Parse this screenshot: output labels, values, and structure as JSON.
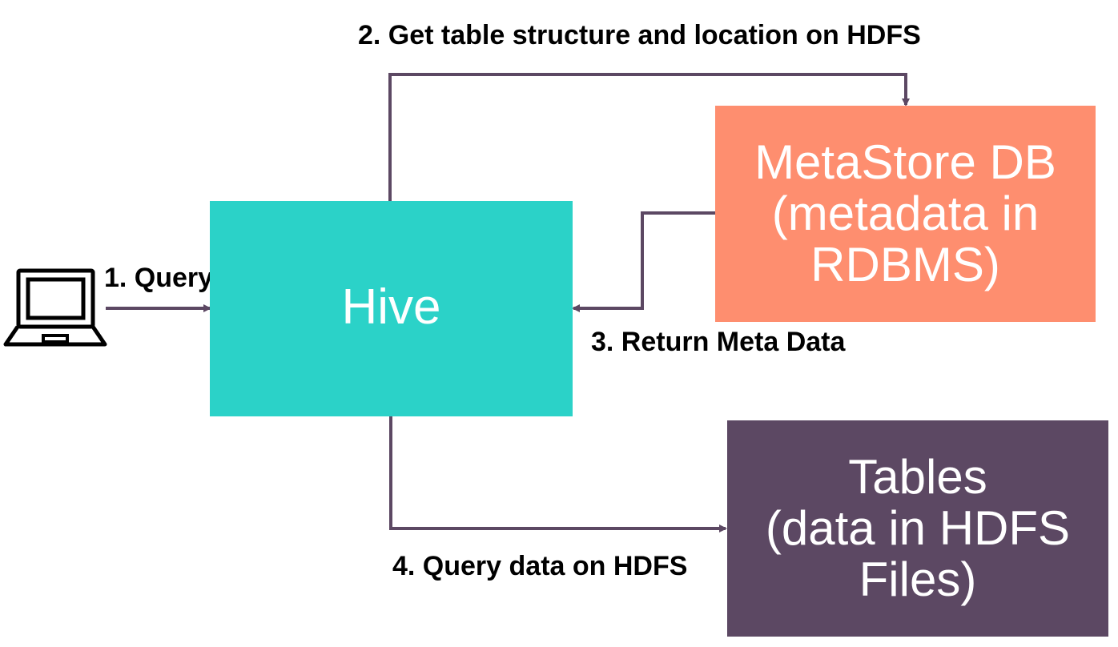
{
  "components": {
    "hive": "Hive",
    "metastore": {
      "title": "MetaStore DB",
      "subtitle": "(metadata in\nRDBMS)"
    },
    "tables": {
      "title": "Tables",
      "subtitle": "(data in HDFS\nFiles)"
    }
  },
  "steps": {
    "query": "1. Query",
    "get_structure": "2. Get table structure and location on HDFS",
    "return_meta": "3. Return Meta Data",
    "query_hdfs": "4. Query data on HDFS"
  },
  "colors": {
    "hive": "#2bd2c8",
    "metastore": "#fe8e6f",
    "tables": "#5c4863",
    "connector": "#5c4863"
  },
  "icons": {
    "client": "laptop-icon"
  }
}
